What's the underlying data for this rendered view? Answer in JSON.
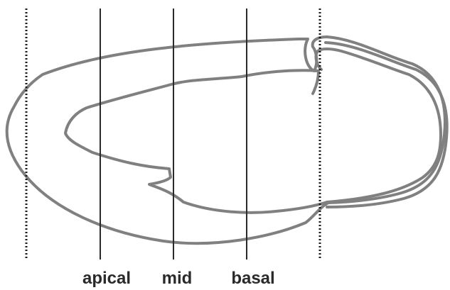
{
  "labels": {
    "apical": "apical",
    "mid": "mid",
    "basal": "basal"
  },
  "colors": {
    "outline": "#808080",
    "cut_line": "#2a2a2a",
    "label": "#2a2a2a"
  }
}
